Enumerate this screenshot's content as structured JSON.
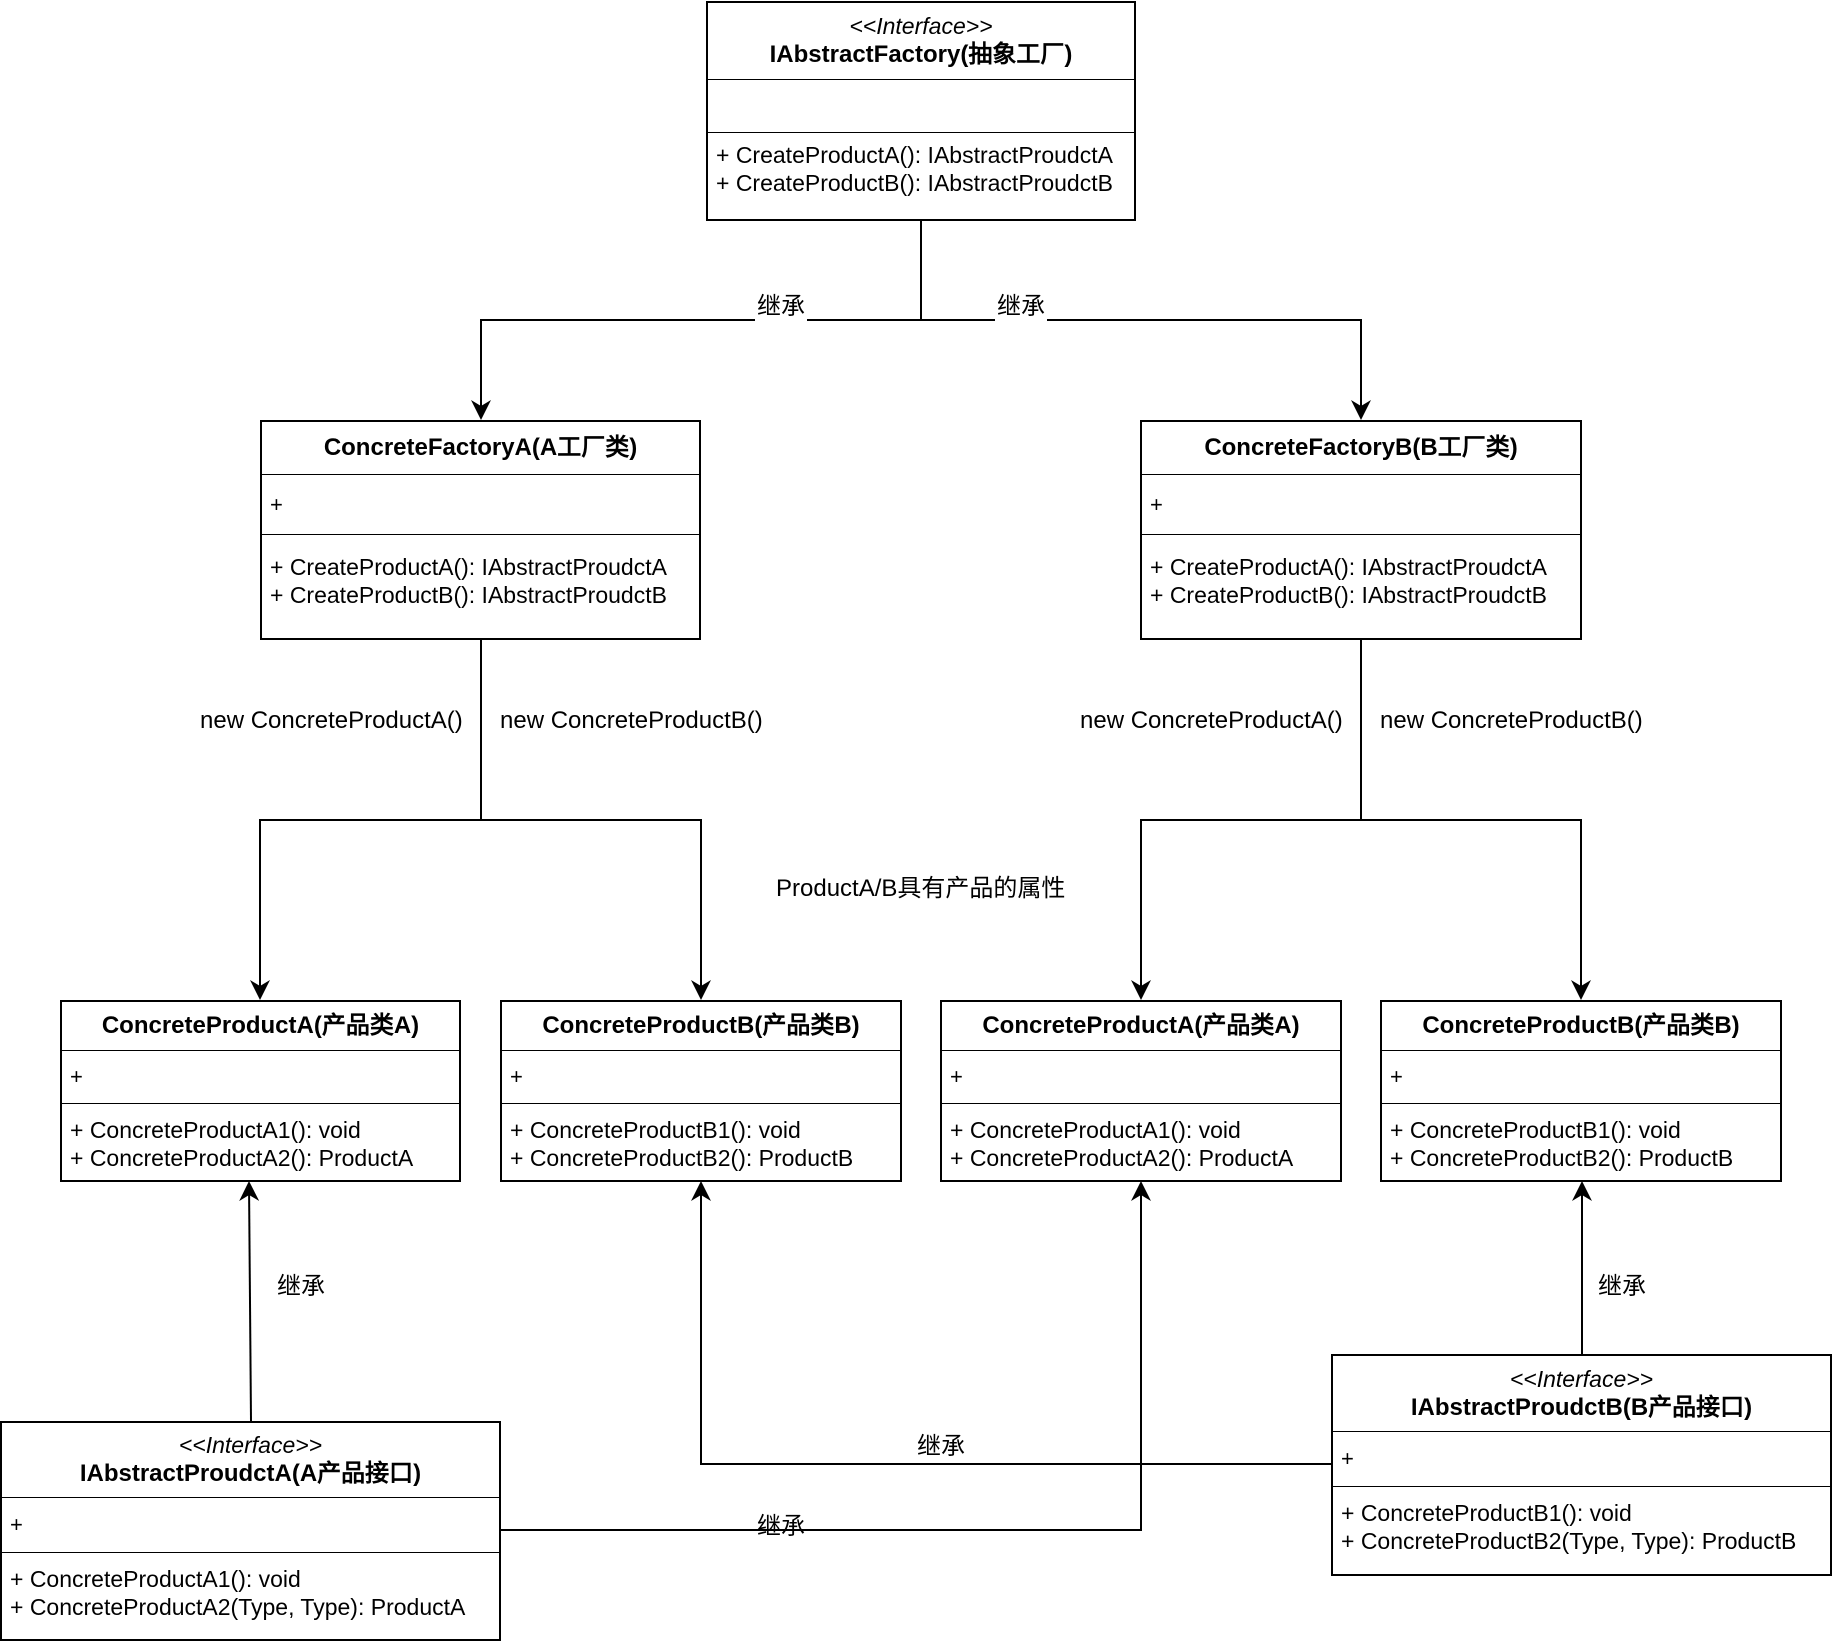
{
  "diagram": {
    "abstract_factory": {
      "stereotype": "<<Interface>>",
      "name": "IAbstractFactory(抽象工厂)",
      "attribute": "",
      "operations": [
        "+ CreateProductA(): IAbstractProudctA",
        "+ CreateProductB(): IAbstractProudctB"
      ]
    },
    "factory_a": {
      "name": "ConcreteFactoryA(A工厂类)",
      "attribute": "+",
      "operations": [
        "+ CreateProductA(): IAbstractProudctA",
        "+ CreateProductB(): IAbstractProudctB"
      ]
    },
    "factory_b": {
      "name": "ConcreteFactoryB(B工厂类)",
      "attribute": "+",
      "operations": [
        "+ CreateProductA(): IAbstractProudctA",
        "+ CreateProductB(): IAbstractProudctB"
      ]
    },
    "product_a_left": {
      "name": "ConcreteProductA(产品类A)",
      "attribute": "+",
      "operations": [
        "+ ConcreteProductA1(): void",
        "+ ConcreteProductA2(): ProductA"
      ]
    },
    "product_b_left": {
      "name": "ConcreteProductB(产品类B)",
      "attribute": "+",
      "operations": [
        "+ ConcreteProductB1(): void",
        "+ ConcreteProductB2(): ProductB"
      ]
    },
    "product_a_right": {
      "name": "ConcreteProductA(产品类A)",
      "attribute": "+",
      "operations": [
        "+ ConcreteProductA1(): void",
        "+ ConcreteProductA2(): ProductA"
      ]
    },
    "product_b_right": {
      "name": "ConcreteProductB(产品类B)",
      "attribute": "+",
      "operations": [
        "+ ConcreteProductB1(): void",
        "+ ConcreteProductB2(): ProductB"
      ]
    },
    "abstract_product_a": {
      "stereotype": "<<Interface>>",
      "name": "IAbstractProudctA(A产品接口)",
      "attribute": "+",
      "operations": [
        "+ ConcreteProductA1(): void",
        "+ ConcreteProductA2(Type, Type): ProductA"
      ]
    },
    "abstract_product_b": {
      "stereotype": "<<Interface>>",
      "name": "IAbstractProudctB(B产品接口)",
      "attribute": "+",
      "operations": [
        "+ ConcreteProductB1(): void",
        "+ ConcreteProductB2(Type, Type): ProductB"
      ]
    },
    "edge_labels": {
      "inherit_factory_a": "继承",
      "inherit_factory_b": "继承",
      "new_a_left": "new ConcreteProductA()",
      "new_b_left": "new ConcreteProductB()",
      "new_a_right": "new ConcreteProductA()",
      "new_b_right": "new ConcreteProductB()",
      "inherit_product_a_left": "继承",
      "inherit_product_b_left": "继承",
      "inherit_product_a_right": "继承",
      "inherit_product_b_right": "继承"
    },
    "note": "ProductA/B具有产品的属性"
  }
}
